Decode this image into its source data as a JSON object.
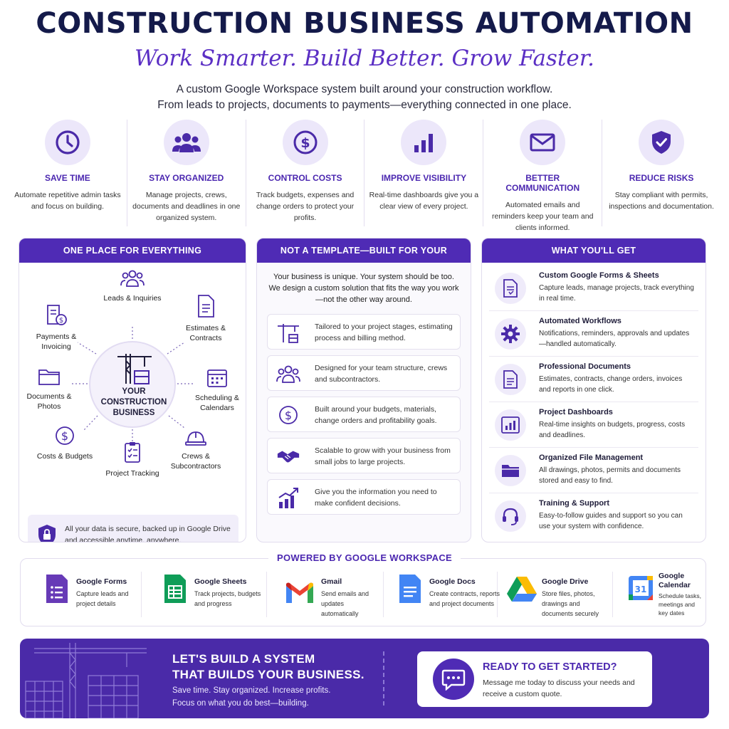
{
  "header": {
    "title": "CONSTRUCTION BUSINESS AUTOMATION",
    "tagline": "Work Smarter. Build Better. Grow Faster.",
    "intro_line1": "A custom Google Workspace system built around your construction workflow.",
    "intro_line2": "From leads to projects, documents to payments—everything connected in one place."
  },
  "colors": {
    "accent": "#4f2bb5",
    "title": "#141a4a",
    "tint": "#ece7fa"
  },
  "features": [
    {
      "icon": "clock-icon",
      "title": "SAVE TIME",
      "desc": "Automate repetitive admin tasks and focus on building."
    },
    {
      "icon": "team-icon",
      "title": "STAY ORGANIZED",
      "desc": "Manage projects, crews, documents and deadlines in one organized system."
    },
    {
      "icon": "dollar-icon",
      "title": "CONTROL COSTS",
      "desc": "Track budgets, expenses and change orders to protect your profits."
    },
    {
      "icon": "bar-chart-icon",
      "title": "IMPROVE VISIBILITY",
      "desc": "Real-time dashboards give you a clear view of every project."
    },
    {
      "icon": "envelope-icon",
      "title": "BETTER COMMUNICATION",
      "desc": "Automated emails and reminders keep your team and clients informed."
    },
    {
      "icon": "shield-check-icon",
      "title": "REDUCE RISKS",
      "desc": "Stay compliant with permits, inspections and documentation."
    }
  ],
  "panel_everything": {
    "heading": "ONE PLACE FOR EVERYTHING",
    "hub": "YOUR CONSTRUCTION BUSINESS",
    "spokes": {
      "leads": "Leads & Inquiries",
      "estimates": "Estimates & Contracts",
      "scheduling": "Scheduling & Calendars",
      "crews": "Crews & Subcontractors",
      "tracking": "Project Tracking",
      "costs": "Costs & Budgets",
      "documents": "Documents & Photos",
      "payments": "Payments & Invoicing"
    },
    "secure_note": "All your data is secure, backed up in Google Drive and accessible anytime, anywhere."
  },
  "panel_workflow": {
    "heading": "NOT A TEMPLATE—BUILT FOR YOUR WORKFLOW",
    "intro": "Your business is unique. Your system should be too. We design a custom solution that fits the way you work—not the other way around.",
    "cards": [
      {
        "icon": "crane-icon",
        "text": "Tailored to your project stages, estimating process and billing method."
      },
      {
        "icon": "team-icon",
        "text": "Designed for your team structure, crews and subcontractors."
      },
      {
        "icon": "dollar-icon",
        "text": "Built around your budgets, materials, change orders and profitability goals."
      },
      {
        "icon": "handshake-icon",
        "text": "Scalable to grow with your business from small jobs to large projects."
      },
      {
        "icon": "growth-chart-icon",
        "text": "Give you the information you need to make confident decisions."
      }
    ]
  },
  "panel_get": {
    "heading": "WHAT YOU'LL GET",
    "items": [
      {
        "icon": "form-sheet-icon",
        "title": "Custom Google Forms & Sheets",
        "desc": "Capture leads, manage projects, track everything in real time."
      },
      {
        "icon": "gear-icon",
        "title": "Automated Workflows",
        "desc": "Notifications, reminders, approvals and updates—handled automatically."
      },
      {
        "icon": "document-icon",
        "title": "Professional Documents",
        "desc": "Estimates, contracts, change orders, invoices and reports in one click."
      },
      {
        "icon": "dashboard-icon",
        "title": "Project Dashboards",
        "desc": "Real-time insights on budgets, progress, costs and deadlines."
      },
      {
        "icon": "folder-icon",
        "title": "Organized File Management",
        "desc": "All drawings, photos, permits and documents stored and easy to find."
      },
      {
        "icon": "headset-icon",
        "title": "Training & Support",
        "desc": "Easy-to-follow guides and support so you can use your system with confidence."
      }
    ]
  },
  "workspace": {
    "heading": "POWERED BY GOOGLE WORKSPACE",
    "apps": [
      {
        "icon": "google-forms-icon",
        "name": "Google Forms",
        "desc": "Capture leads and project details"
      },
      {
        "icon": "google-sheets-icon",
        "name": "Google Sheets",
        "desc": "Track projects, budgets and progress"
      },
      {
        "icon": "gmail-icon",
        "name": "Gmail",
        "desc": "Send emails and updates automatically"
      },
      {
        "icon": "google-docs-icon",
        "name": "Google Docs",
        "desc": "Create contracts, reports and project documents"
      },
      {
        "icon": "google-drive-icon",
        "name": "Google Drive",
        "desc": "Store files, photos, drawings and documents securely"
      },
      {
        "icon": "google-calendar-icon",
        "name": "Google Calendar",
        "desc": "Schedule tasks, meetings and key dates",
        "badge": "31"
      }
    ]
  },
  "cta": {
    "headline_line1": "LET'S BUILD A SYSTEM",
    "headline_line2": "THAT BUILDS YOUR BUSINESS.",
    "sub_line1": "Save time. Stay organized. Increase profits.",
    "sub_line2": "Focus on what you do best—building.",
    "card_title": "READY TO GET STARTED?",
    "card_desc": "Message me today to discuss your needs and receive a custom quote."
  }
}
